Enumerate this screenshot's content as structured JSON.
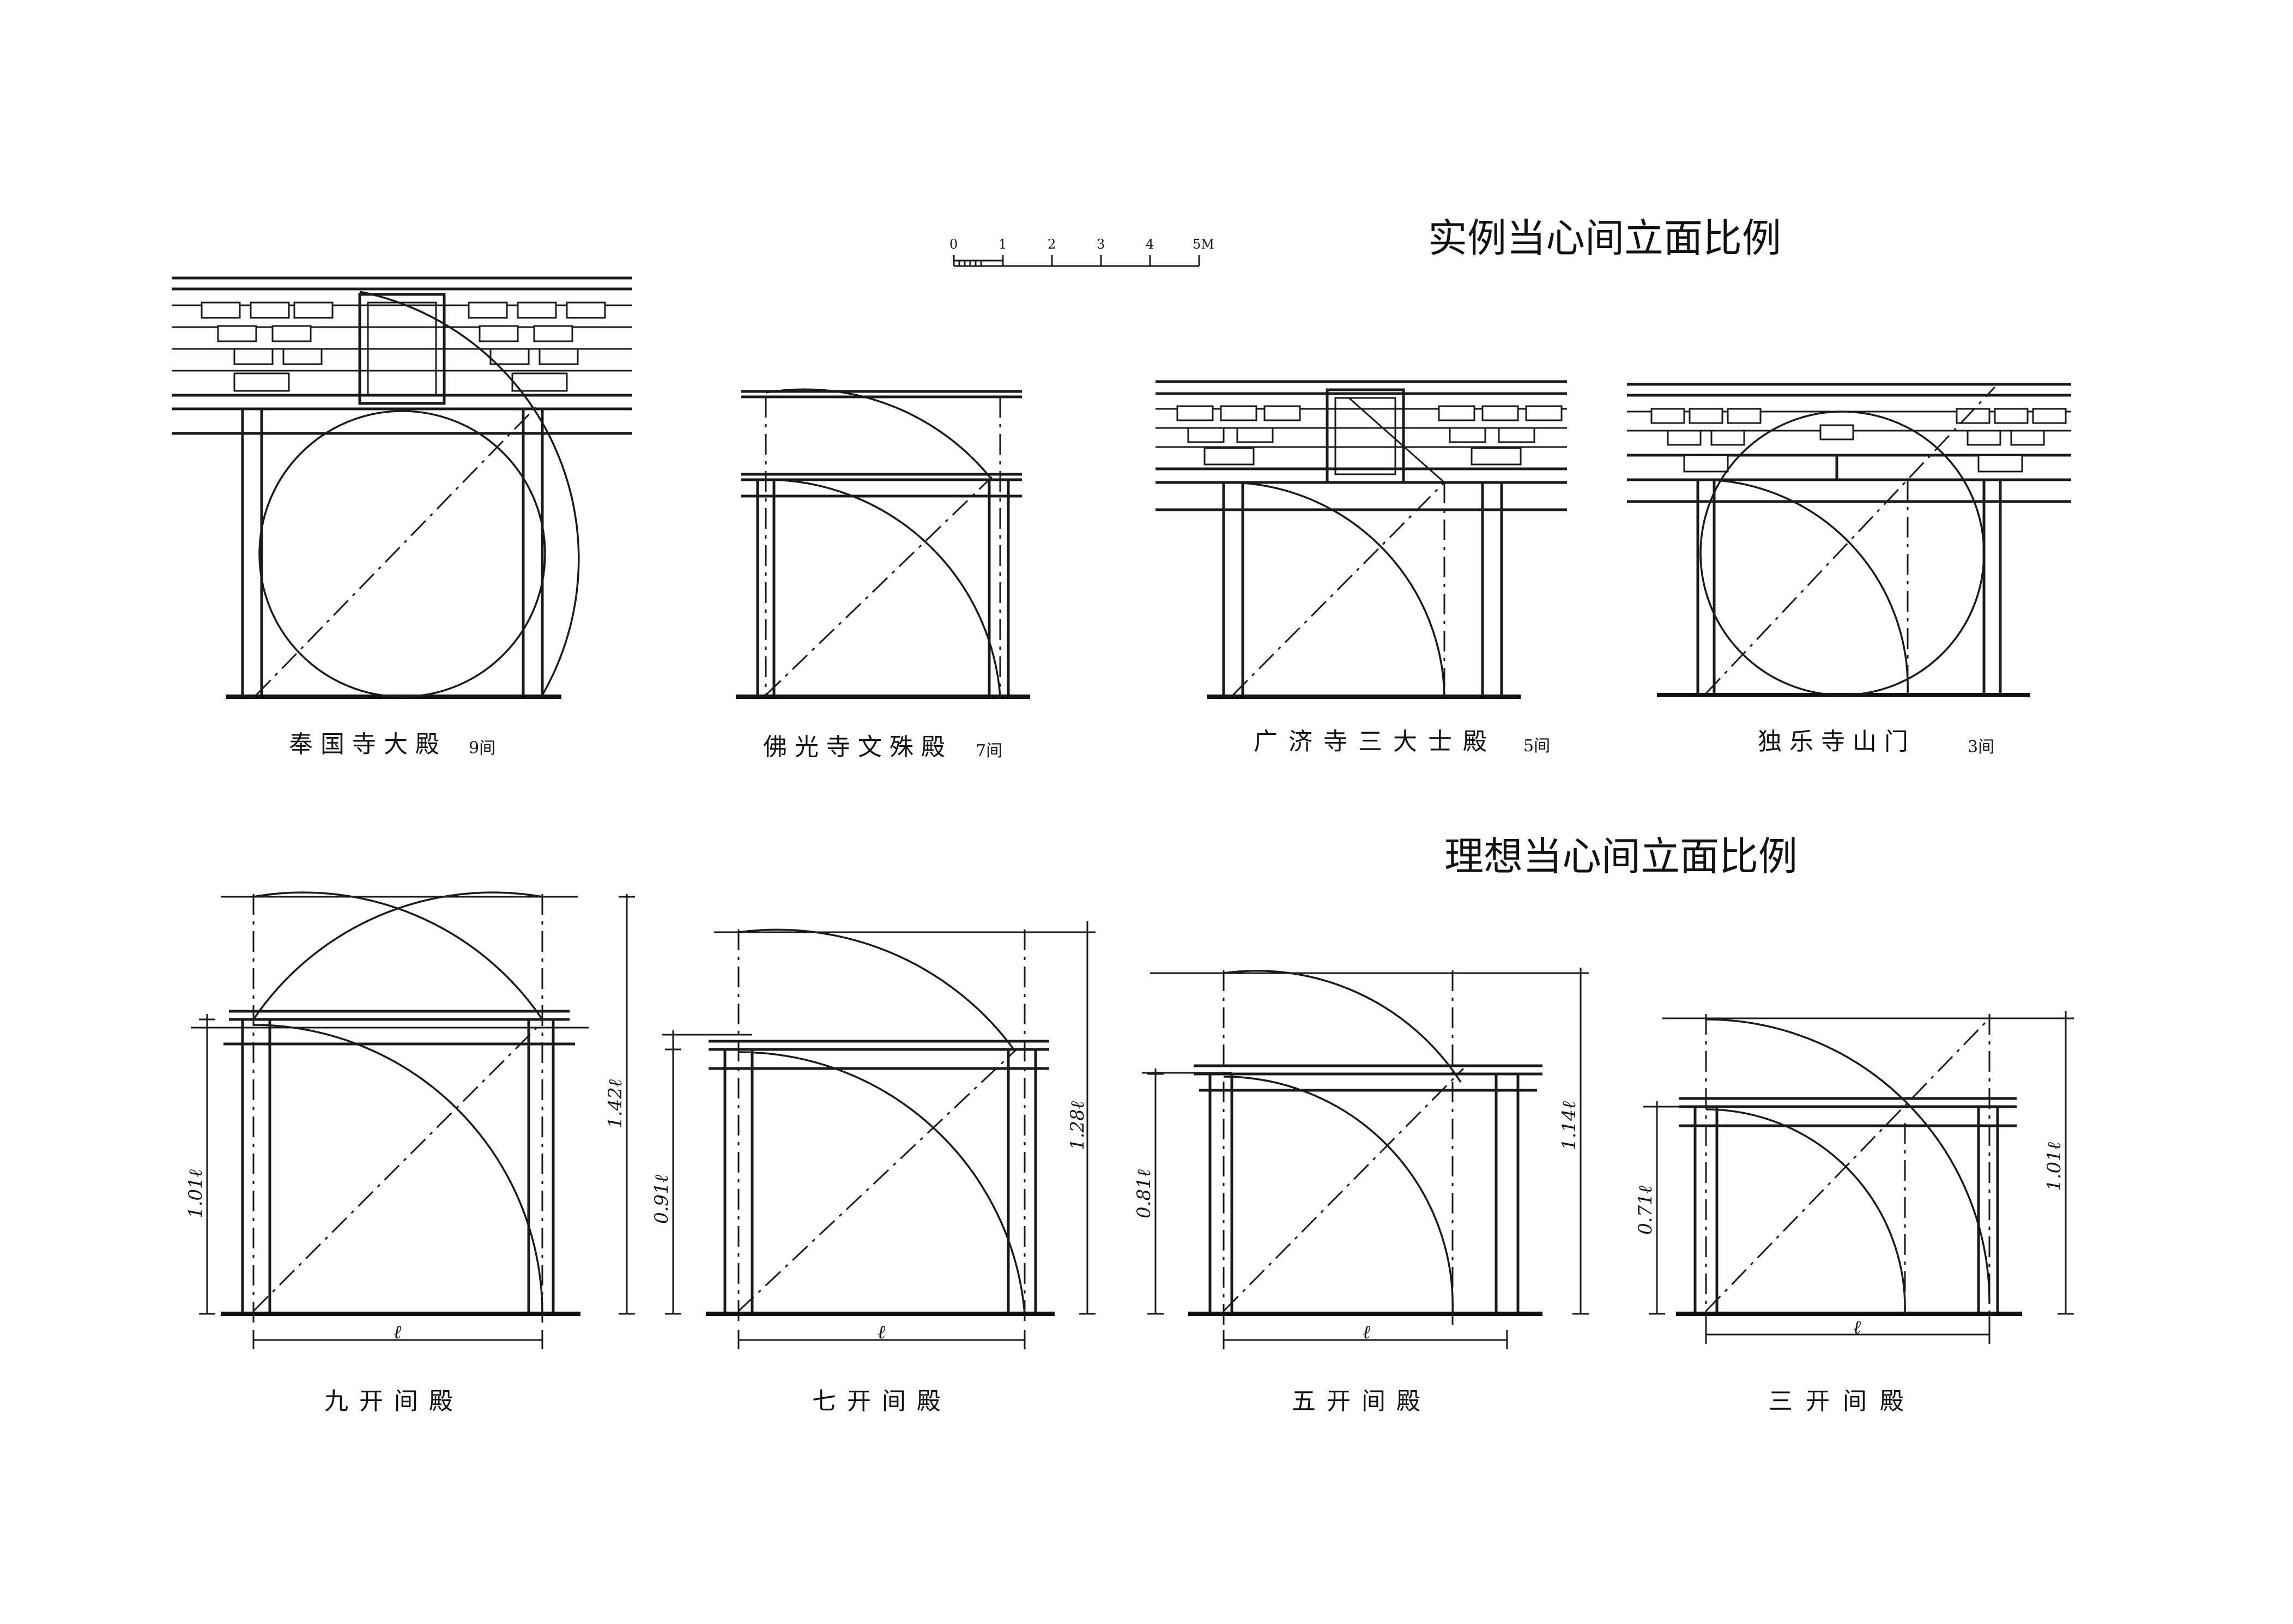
{
  "headings": {
    "actual": "实例当心间立面比例",
    "ideal": "理想当心间立面比例"
  },
  "scale_bar": {
    "ticks": [
      "0",
      "1",
      "2",
      "3",
      "4",
      "5M"
    ]
  },
  "actual_examples": [
    {
      "name": "奉国寺大殿",
      "bays": "9间"
    },
    {
      "name": "佛光寺文殊殿",
      "bays": "7间"
    },
    {
      "name": "广济寺三大士殿",
      "bays": "5间"
    },
    {
      "name": "独乐寺山门",
      "bays": "3间"
    }
  ],
  "ideal_examples": [
    {
      "name": "九开间殿",
      "width": "ℓ",
      "column_height": "1.01ℓ",
      "total_height": "1.42ℓ"
    },
    {
      "name": "七开间殿",
      "width": "ℓ",
      "column_height": "0.91ℓ",
      "total_height": "1.28ℓ"
    },
    {
      "name": "五开间殿",
      "width": "ℓ",
      "column_height": "0.81ℓ",
      "total_height": "1.14ℓ"
    },
    {
      "name": "三开间殿",
      "width": "ℓ",
      "column_height": "0.71ℓ",
      "total_height": "1.01ℓ"
    }
  ]
}
